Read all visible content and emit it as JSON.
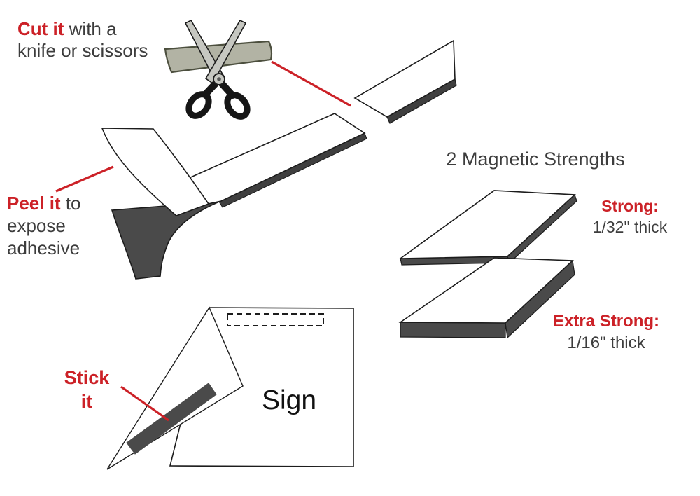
{
  "background": "#ffffff",
  "colors": {
    "red": "#cc2127",
    "gray_text": "#3d3d3d",
    "dark_fill": "#4a4a4a",
    "darker_fill": "#3f3f3f",
    "outline": "#1c1c1c",
    "sage": "#b2b3a4",
    "sage_outline": "#4c4f3e",
    "blade": "#c6c7c1",
    "black": "#161616",
    "sign_text": "#111111",
    "white": "#ffffff"
  },
  "labels": {
    "cut": {
      "emphasis": "Cut it",
      "rest": " with a",
      "line2": "knife or scissors"
    },
    "peel": {
      "emphasis": "Peel it",
      "rest": " to",
      "line2": "expose",
      "line3": "adhesive"
    },
    "strengths": {
      "title": "2 Magnetic Strengths",
      "strong": {
        "name": "Strong:",
        "thickness": "1/32\" thick"
      },
      "extra_strong": {
        "name": "Extra Strong:",
        "thickness": "1/16\" thick"
      }
    },
    "stick": {
      "line1": "Stick",
      "line2": "it"
    },
    "sign": "Sign"
  }
}
